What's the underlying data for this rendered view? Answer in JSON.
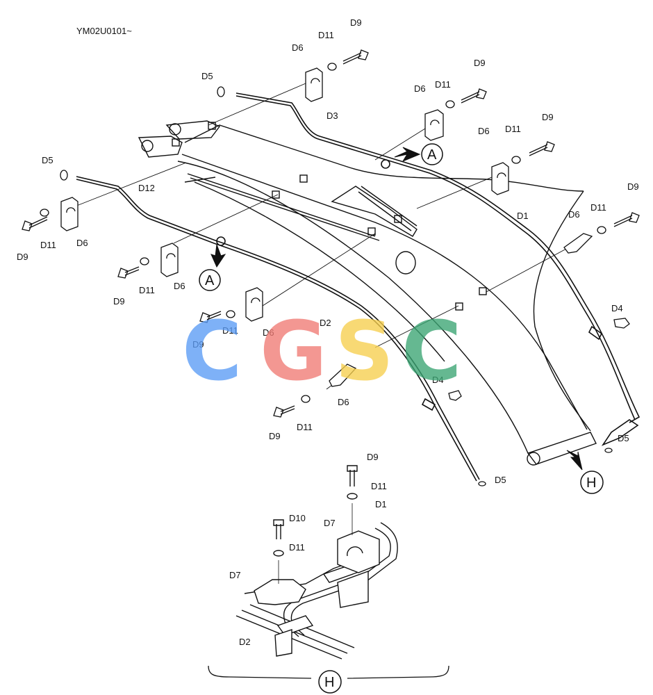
{
  "drawing_code": "YM02U0101~",
  "labels": [
    {
      "id": "lbl-d9-a",
      "text": "D9"
    },
    {
      "id": "lbl-d11-a",
      "text": "D11"
    },
    {
      "id": "lbl-d6-a",
      "text": "D6"
    },
    {
      "id": "lbl-d5-a",
      "text": "D5"
    },
    {
      "id": "lbl-d3",
      "text": "D3"
    },
    {
      "id": "lbl-d9-b",
      "text": "D9"
    },
    {
      "id": "lbl-d11-b",
      "text": "D11"
    },
    {
      "id": "lbl-d6-b",
      "text": "D6"
    },
    {
      "id": "lbl-d9-c",
      "text": "D9"
    },
    {
      "id": "lbl-d11-c",
      "text": "D11"
    },
    {
      "id": "lbl-d6-c",
      "text": "D6"
    },
    {
      "id": "lbl-d5-b",
      "text": "D5"
    },
    {
      "id": "lbl-d12",
      "text": "D12"
    },
    {
      "id": "lbl-d9-d",
      "text": "D9"
    },
    {
      "id": "lbl-d11-d",
      "text": "D11"
    },
    {
      "id": "lbl-d6-d",
      "text": "D6"
    },
    {
      "id": "lbl-d1",
      "text": "D1"
    },
    {
      "id": "lbl-d9-e",
      "text": "D9"
    },
    {
      "id": "lbl-d11-e",
      "text": "D11"
    },
    {
      "id": "lbl-d6-e",
      "text": "D6"
    },
    {
      "id": "lbl-d9-f",
      "text": "D9"
    },
    {
      "id": "lbl-d11-f",
      "text": "D11"
    },
    {
      "id": "lbl-d6-f",
      "text": "D6"
    },
    {
      "id": "lbl-d4-a",
      "text": "D4"
    },
    {
      "id": "lbl-d2",
      "text": "D2"
    },
    {
      "id": "lbl-d9-g",
      "text": "D9"
    },
    {
      "id": "lbl-d11-g",
      "text": "D11"
    },
    {
      "id": "lbl-d6-g",
      "text": "D6"
    },
    {
      "id": "lbl-d4-b",
      "text": "D4"
    },
    {
      "id": "lbl-d6-h",
      "text": "D6"
    },
    {
      "id": "lbl-d9-h",
      "text": "D9"
    },
    {
      "id": "lbl-d11-h",
      "text": "D11"
    },
    {
      "id": "lbl-d5-c",
      "text": "D5"
    },
    {
      "id": "lbl-d5-d",
      "text": "D5"
    },
    {
      "id": "lbl-d9-i",
      "text": "D9"
    },
    {
      "id": "lbl-d11-i",
      "text": "D11"
    },
    {
      "id": "lbl-d1-det",
      "text": "D1"
    },
    {
      "id": "lbl-d10",
      "text": "D10"
    },
    {
      "id": "lbl-d7-a",
      "text": "D7"
    },
    {
      "id": "lbl-d11-j",
      "text": "D11"
    },
    {
      "id": "lbl-d7-b",
      "text": "D7"
    },
    {
      "id": "lbl-d2-det",
      "text": "D2"
    }
  ],
  "callouts": {
    "a1": "A",
    "a2": "A",
    "h1": "H",
    "h2": "H"
  },
  "watermark": {
    "letters": [
      "C",
      "G",
      "S",
      "C"
    ],
    "colors": [
      "#5b9cf5",
      "#f07a74",
      "#f7cf4e",
      "#3aa573"
    ]
  },
  "colors": {
    "line": "#111111",
    "background": "#ffffff"
  }
}
